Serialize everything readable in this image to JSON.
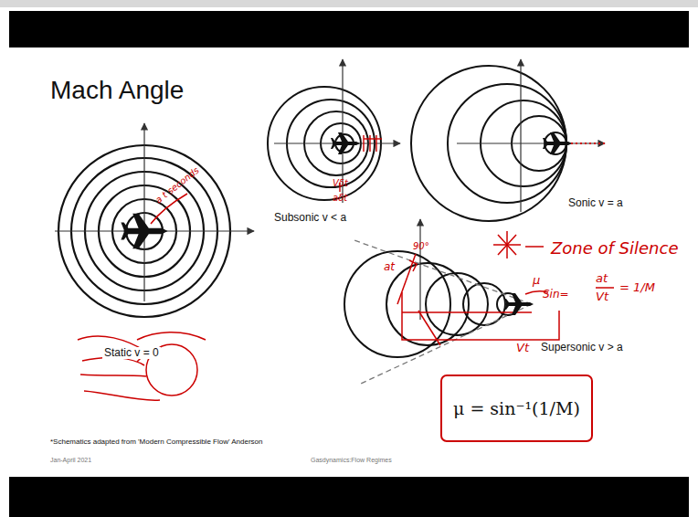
{
  "diagram": {
    "title": "Mach Angle",
    "nodes": [
      {
        "text": [
          "μ = sin⁻¹(1/M)"
        ]
      }
    ],
    "labels": [
      "Static v = 0",
      "Subsonic v < a",
      "Sonic v = a",
      "Supersonic v > a",
      "*Schematics adapted from 'Modern Compressible Flow' Anderson",
      "Jan-April 2021",
      "Gasdynamics:Flow Regimes",
      "a t seconds",
      "Vδt",
      "aδt",
      "Zone of Silence",
      "μ",
      "Sin=",
      "at",
      "Vt",
      "= 1/M",
      "at",
      "90°",
      "Vt"
    ]
  }
}
